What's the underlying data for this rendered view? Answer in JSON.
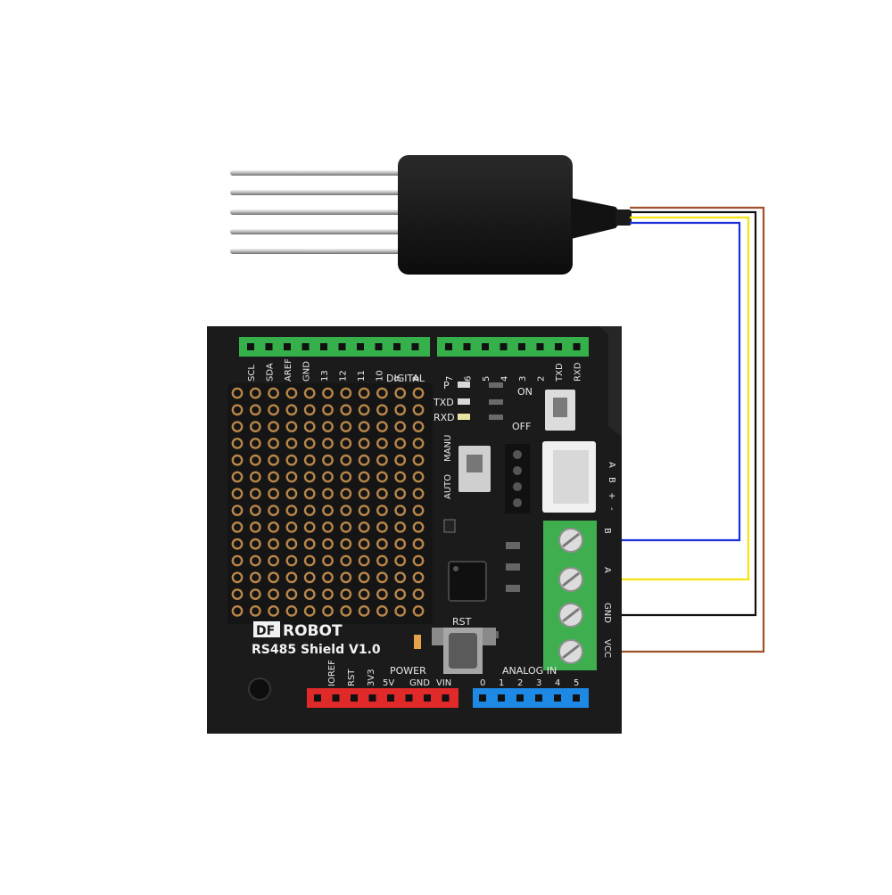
{
  "brand": {
    "logo_prefix": "DF",
    "logo_suffix": "ROBOT",
    "board_name": "RS485 Shield V1.0"
  },
  "header_top": {
    "left_pins": [
      "SCL",
      "SDA",
      "AREF",
      "GND",
      "13",
      "12",
      "11",
      "10",
      "9",
      "8"
    ],
    "right_pins": [
      "7",
      "6",
      "5",
      "4",
      "3",
      "2",
      "TXD",
      "RXD"
    ],
    "digital_label": "DIGITAL"
  },
  "leds": {
    "power": "P",
    "txd": "TXD",
    "rxd": "RXD"
  },
  "switches": {
    "power_on": "ON",
    "power_off": "OFF",
    "mode_auto": "AUTO",
    "mode_manu": "MANU"
  },
  "connector": {
    "labels": [
      "A",
      "B",
      "+",
      "-"
    ]
  },
  "terminal": {
    "labels": [
      "B",
      "A",
      "GND",
      "VCC"
    ]
  },
  "reset": {
    "label": "RST"
  },
  "power_header": {
    "title": "POWER",
    "pins": [
      "IOREF",
      "RST",
      "3V3",
      "5V",
      "GND",
      "VIN"
    ]
  },
  "analog_header": {
    "title": "ANALOG IN",
    "pins": [
      "0",
      "1",
      "2",
      "3",
      "4",
      "5"
    ]
  },
  "wire_colors": {
    "blue": "#1c2fd6",
    "yellow": "#f5e30f",
    "black": "#111111",
    "brown": "#a0522d"
  },
  "colors": {
    "board": "#1b1b1b",
    "header_green": "#35b04a",
    "terminal_green": "#3fae4f",
    "header_red": "#e02a2a",
    "header_blue": "#1e88e5",
    "pad_copper": "#b8864a"
  }
}
